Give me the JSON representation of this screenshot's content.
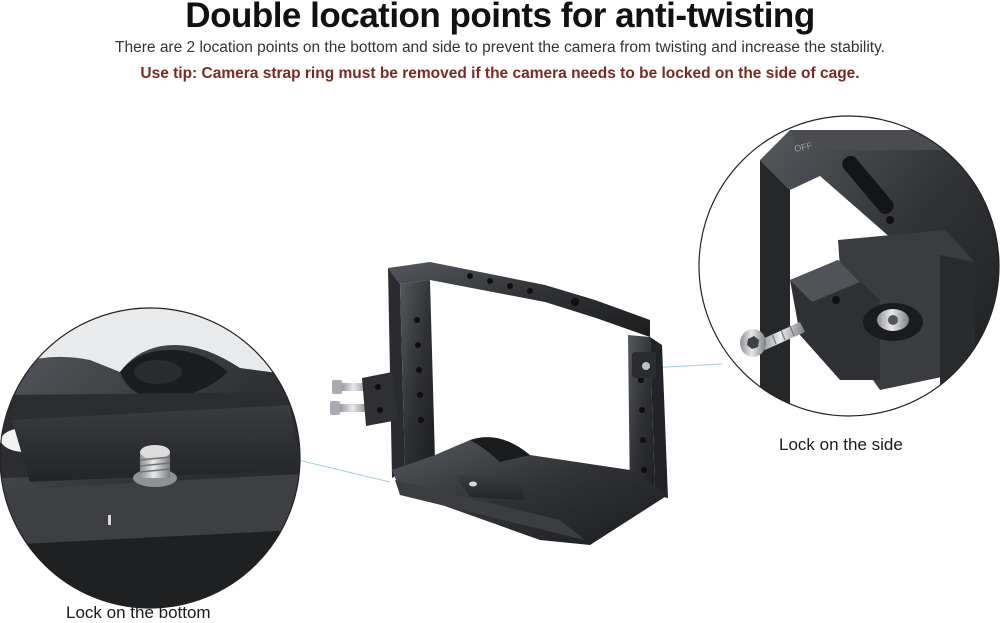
{
  "header": {
    "title": "Double location points for anti-twisting",
    "description": "There are 2 location points on the bottom and side to prevent the camera from twisting and increase the stability.",
    "tip": "Use tip: Camera strap ring must be removed if the camera needs to be locked on the side of cage."
  },
  "callouts": {
    "bottom": {
      "label": "Lock on the bottom"
    },
    "side": {
      "label": "Lock on the side"
    }
  },
  "product": {
    "engraving": "OFF"
  },
  "colors": {
    "title": "#111111",
    "tip": "#7a2a22",
    "metal_dark": "#2b2c2f",
    "metal_mid": "#45474b",
    "connector_line": "#9fd0dd"
  },
  "icons": [
    "camera-cage",
    "screw-icon",
    "thumb-screw-icon",
    "nato-clamp"
  ]
}
